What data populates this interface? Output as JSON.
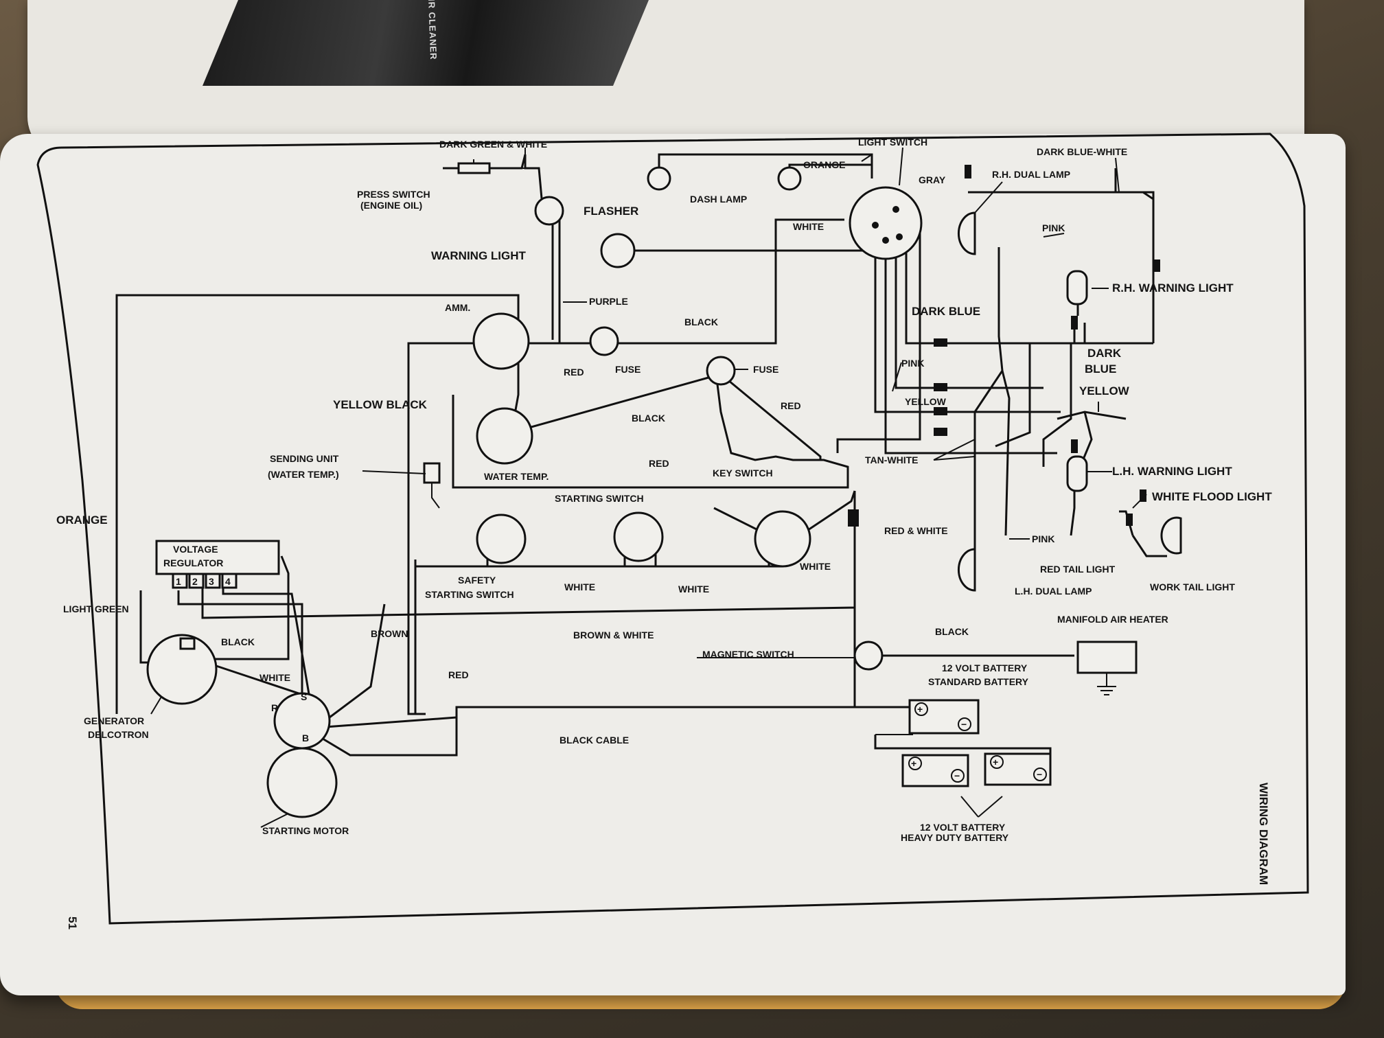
{
  "page": {
    "number": "51",
    "side_title": "WIRING DIAGRAM",
    "top_photo_label": "AIR CLEANER"
  },
  "labels": {
    "dark_green_white": "DARK GREEN & WHITE",
    "press_switch": "PRESS SWITCH",
    "engine_oil": "(ENGINE OIL)",
    "warning_light": "WARNING LIGHT",
    "flasher": "FLASHER",
    "dash_lamp": "DASH LAMP",
    "orange_top": "ORANGE",
    "light_switch": "LIGHT SWITCH",
    "gray": "GRAY",
    "dark_blue_white": "DARK BLUE-WHITE",
    "rh_dual_lamp": "R.H. DUAL LAMP",
    "white_top": "WHITE",
    "pink_top": "PINK",
    "rh_warning_light": "R.H. WARNING LIGHT",
    "purple": "PURPLE",
    "amm": "AMM.",
    "black_mid": "BLACK",
    "dark_blue": "DARK BLUE",
    "red_fuse": "RED",
    "fuse1": "FUSE",
    "fuse2": "FUSE",
    "pink_mid": "PINK",
    "dark": "DARK",
    "blue": "BLUE",
    "yellow_black": "YELLOW BLACK",
    "black_temp": "BLACK",
    "red_mid": "RED",
    "yellow_mid": "YELLOW",
    "yellow_right": "YELLOW",
    "sending_unit": "SENDING UNIT",
    "water_temp_paren": "(WATER TEMP.)",
    "water_temp": "WATER TEMP.",
    "red_key": "RED",
    "key_switch": "KEY SWITCH",
    "tan_white": "TAN-WHITE",
    "lh_warning_light": "L.H. WARNING LIGHT",
    "orange_left": "ORANGE",
    "starting_switch": "STARTING SWITCH",
    "white_flood_light": "WHITE FLOOD LIGHT",
    "voltage": "VOLTAGE",
    "regulator": "REGULATOR",
    "reg_t1": "1",
    "reg_t2": "2",
    "reg_t3": "3",
    "reg_t4": "4",
    "red_white": "RED & WHITE",
    "pink_low": "PINK",
    "white_key": "WHITE",
    "safety": "SAFETY",
    "starting_switch2": "STARTING SWITCH",
    "white_a": "WHITE",
    "white_b": "WHITE",
    "red_tail_light": "RED TAIL LIGHT",
    "light_green": "LIGHT GREEN",
    "lh_dual_lamp": "L.H. DUAL LAMP",
    "work_tail_light": "WORK TAIL LIGHT",
    "black_reg": "BLACK",
    "brown": "BROWN",
    "brown_white": "BROWN & WHITE",
    "manifold_air_heater": "MANIFOLD AIR HEATER",
    "black_heater": "BLACK",
    "magnetic_switch": "MAGNETIC SWITCH",
    "white_gen": "WHITE",
    "red_low": "RED",
    "battery_12v_std": "12 VOLT BATTERY",
    "standard_battery": "STANDARD BATTERY",
    "term_s": "S",
    "term_r": "R",
    "term_b": "B",
    "generator": "GENERATOR",
    "delcotron": "DELCOTRON",
    "black_cable": "BLACK CABLE",
    "starting_motor": "STARTING MOTOR",
    "battery_12v_hd": "12 VOLT BATTERY",
    "heavy_duty_battery": "HEAVY DUTY BATTERY",
    "plus1": "+",
    "minus1": "−",
    "plus2": "+",
    "minus2": "−",
    "plus3": "+",
    "minus3": "−"
  }
}
